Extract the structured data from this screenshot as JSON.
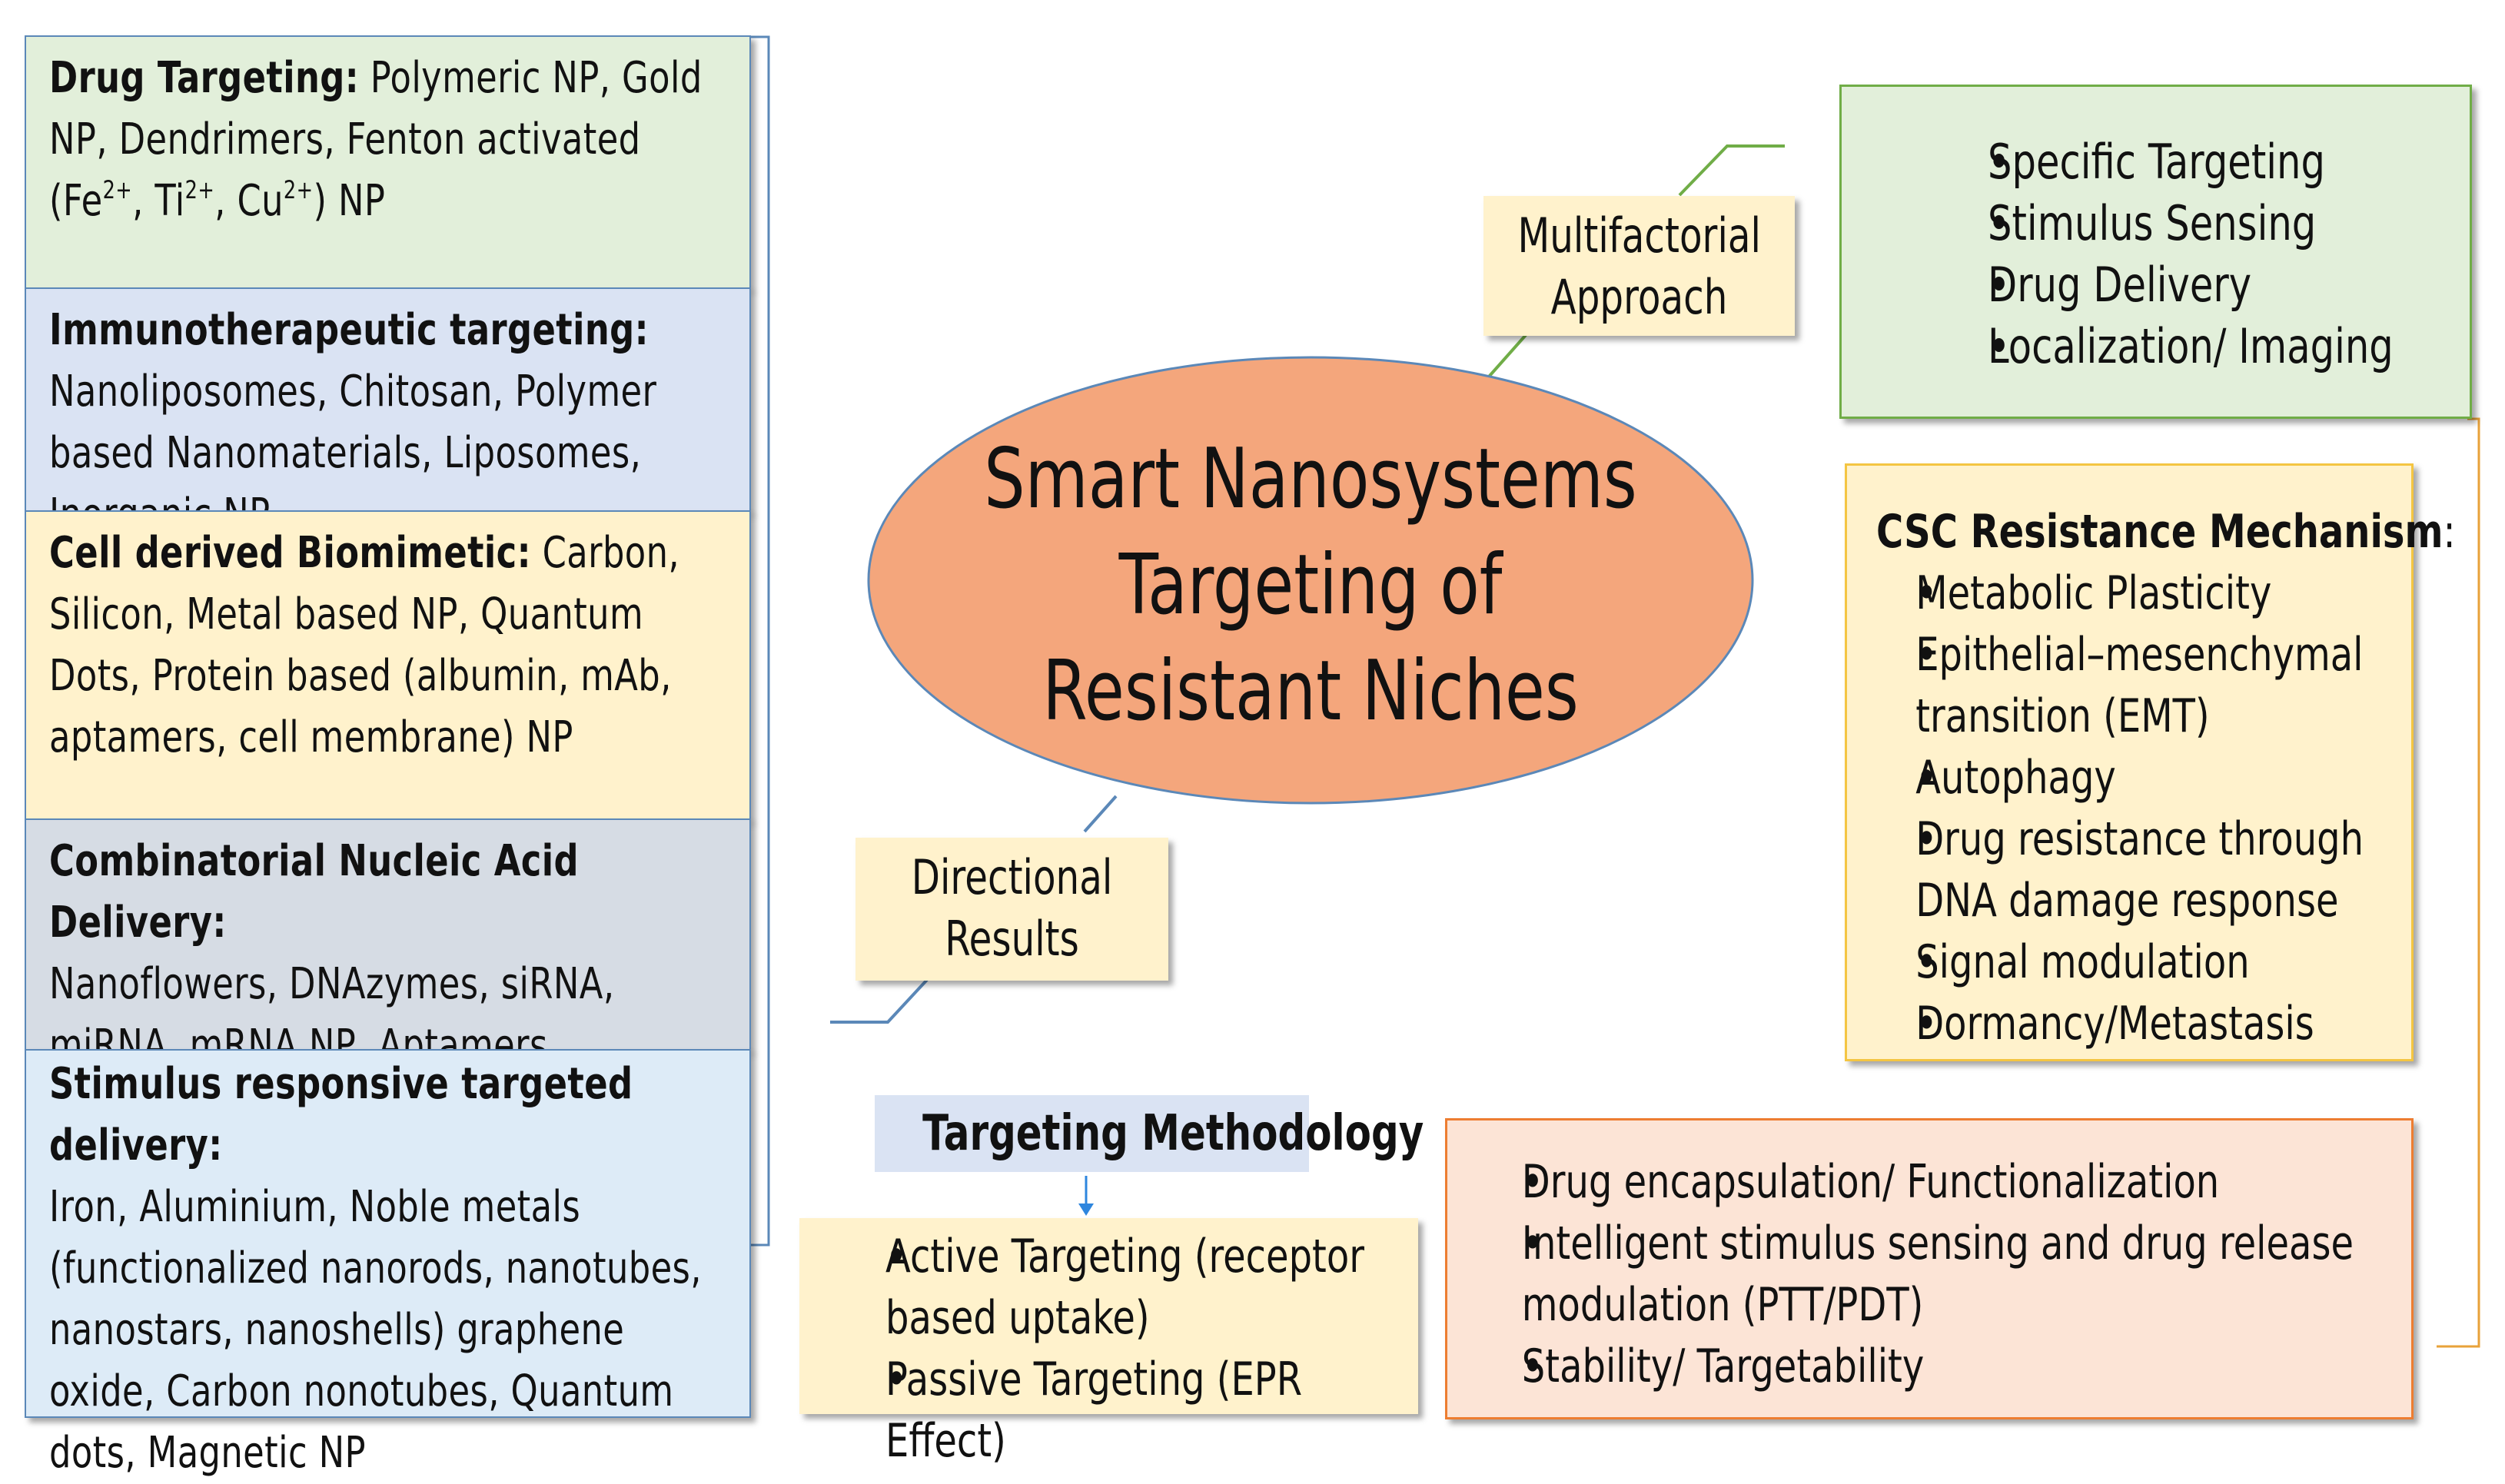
{
  "title": {
    "line1": "Smart Nanosystems",
    "line2": "Targeting of",
    "line3": "Resistant Niches"
  },
  "left_panel": [
    {
      "heading": "Drug Targeting:",
      "body_before": " Polymeric NP, Gold NP, Dendrimers, Fenton activated (Fe",
      "sup1": "2+",
      "body_mid1": ", Ti",
      "sup2": "2+",
      "body_mid2": ", Cu",
      "sup3": "2+",
      "body_after": ") NP"
    },
    {
      "heading": "Immunotherapeutic targeting:",
      "body": "Nanoliposomes, Chitosan, Polymer based Nanomaterials, Liposomes, Inorganic NP"
    },
    {
      "heading": "Cell derived Biomimetic:",
      "body": " Carbon, Silicon, Metal based NP, Quantum Dots, Protein based (albumin, mAb, aptamers, cell membrane) NP"
    },
    {
      "heading": "Combinatorial Nucleic Acid Delivery:",
      "body": "Nanoflowers, DNAzymes, siRNA, miRNA, mRNA NP, Aptamers,"
    },
    {
      "heading": "Stimulus responsive targeted delivery:",
      "body": "Iron, Aluminium, Noble metals (functionalized nanorods, nanotubes, nanostars, nanoshells) graphene oxide, Carbon nonotubes, Quantum dots, Magnetic NP"
    }
  ],
  "multifactorial": {
    "line1": "Multifactorial",
    "line2": "Approach"
  },
  "directional": {
    "line1": "Directional",
    "line2": "Results"
  },
  "targeting_methodology": {
    "label": "Targeting Methodology",
    "items": [
      "Active Targeting (receptor based uptake)",
      "Passive Targeting (EPR Effect)"
    ]
  },
  "green_box": {
    "items": [
      "Specific Targeting",
      "Stimulus Sensing",
      "Drug Delivery",
      "Localization/ Imaging"
    ]
  },
  "csc_box": {
    "heading": "CSC Resistance Mechanism",
    "colon": ":",
    "items": [
      "Metabolic Plasticity",
      "Epithelial–mesenchymal transition (EMT)",
      "Autophagy",
      "Drug resistance through DNA damage response",
      "Signal modulation",
      "Dormancy/Metastasis"
    ]
  },
  "pink_box": {
    "items": [
      "Drug encapsulation/ Functionalization",
      "Intelligent stimulus sensing and drug release modulation (PTT/PDT)",
      "Stability/ Targetability"
    ]
  },
  "colors": {
    "green_fill": "#e2efda",
    "green_border": "#70ad47",
    "blue_fill": "#dae3f3",
    "blue_border": "#5b88b8",
    "yellow_fill": "#fff2cc",
    "yellow_border": "#f4c542",
    "grey_fill": "#d6dce4",
    "lightblue_fill": "#ddebf7",
    "pink_fill": "#fce4d6",
    "pink_border": "#ed7d31",
    "ellipse_fill": "#f4a67c",
    "ellipse_border": "#5b88b8",
    "connector": "#70ad47",
    "connector_blue": "#5b88b8",
    "connector_orange": "#e8a23a"
  }
}
